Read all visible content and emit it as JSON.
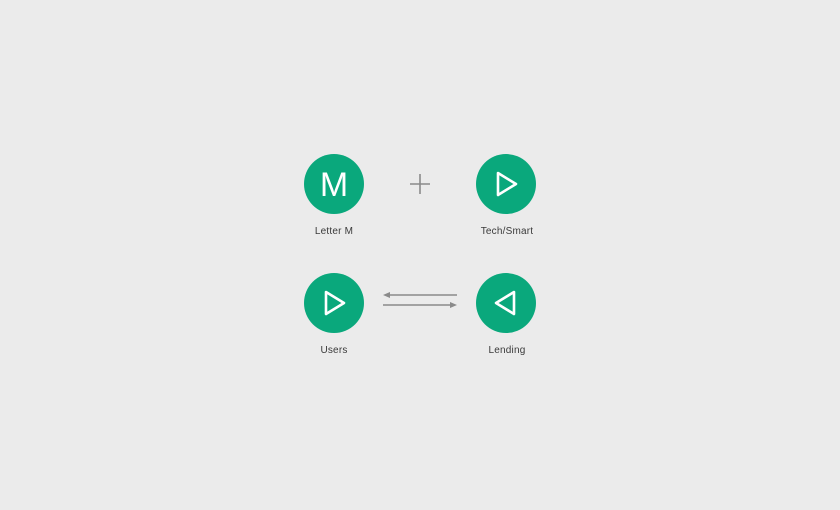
{
  "colors": {
    "background": "#ebebeb",
    "node_fill": "#0aa87c",
    "node_glyph": "#ffffff",
    "connector": "#8a8a8a",
    "label_text": "#3a3a3a"
  },
  "nodes": {
    "letter_m": {
      "glyph_text": "M",
      "label": "Letter M",
      "icon": "letter-m-icon"
    },
    "tech_smart": {
      "label": "Tech/Smart",
      "icon": "play-triangle-right-icon"
    },
    "users": {
      "label": "Users",
      "icon": "play-triangle-right-icon"
    },
    "lending": {
      "label": "Lending",
      "icon": "play-triangle-left-icon"
    }
  },
  "connectors": {
    "combine": "plus-icon",
    "exchange": "bidirectional-arrows-icon"
  }
}
